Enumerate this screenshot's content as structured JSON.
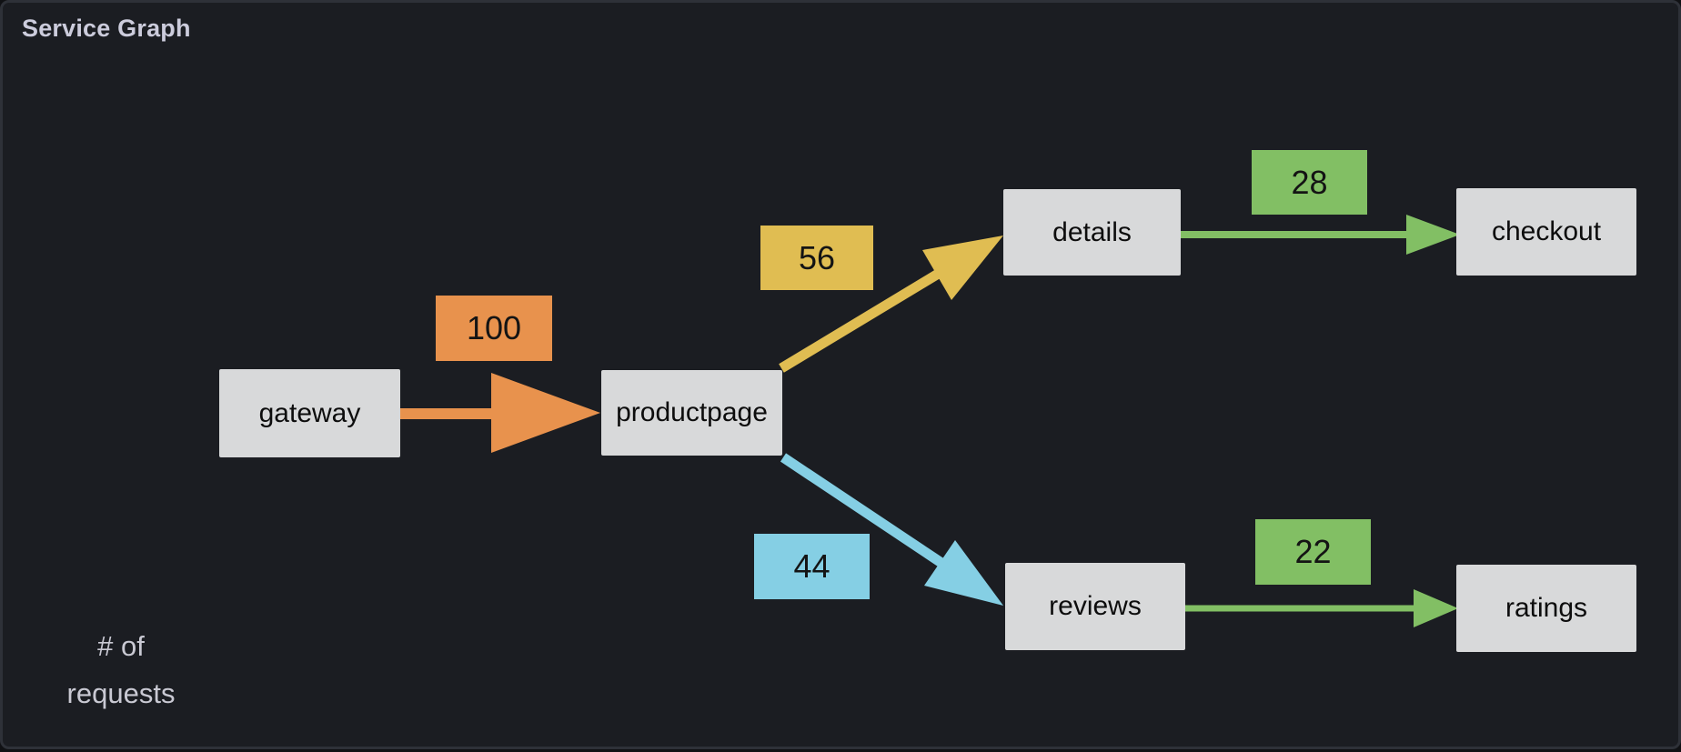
{
  "panel": {
    "title": "Service Graph",
    "axis_note": {
      "line1": "# of",
      "line2": "requests"
    }
  },
  "colors": {
    "panel_bg": "#1b1d22",
    "panel_border": "#2e3138",
    "title_text": "#ccccdc",
    "axis_note_text": "#c9c9d3",
    "node_fill": "#d8d9da",
    "node_text": "#0d0d0d",
    "edge_orange": "#e8924d",
    "edge_gold": "#e0bd52",
    "edge_blue": "#85cfe4",
    "edge_green": "#82bf64"
  },
  "chart_data": {
    "type": "node-graph",
    "title": "Service Graph",
    "metric": "# of requests",
    "nodes": [
      {
        "id": "gateway",
        "label": "gateway"
      },
      {
        "id": "productpage",
        "label": "productpage"
      },
      {
        "id": "details",
        "label": "details"
      },
      {
        "id": "checkout",
        "label": "checkout"
      },
      {
        "id": "reviews",
        "label": "reviews"
      },
      {
        "id": "ratings",
        "label": "ratings"
      }
    ],
    "edges": [
      {
        "from": "gateway",
        "to": "productpage",
        "value": 100,
        "color": "#e8924d"
      },
      {
        "from": "productpage",
        "to": "details",
        "value": 56,
        "color": "#e0bd52"
      },
      {
        "from": "productpage",
        "to": "reviews",
        "value": 44,
        "color": "#85cfe4"
      },
      {
        "from": "details",
        "to": "checkout",
        "value": 28,
        "color": "#82bf64"
      },
      {
        "from": "reviews",
        "to": "ratings",
        "value": 22,
        "color": "#82bf64"
      }
    ]
  }
}
